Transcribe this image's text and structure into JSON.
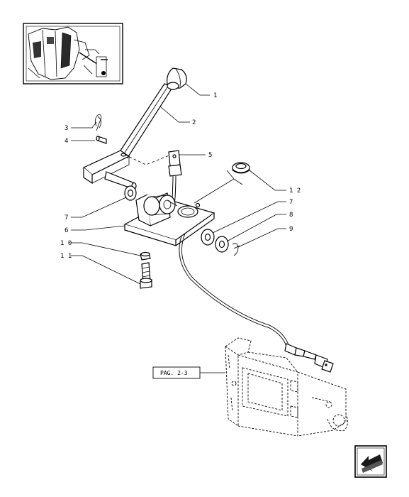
{
  "callouts": [
    {
      "id": "c1",
      "text": "1"
    },
    {
      "id": "c2",
      "text": "2"
    },
    {
      "id": "c3",
      "text": "3"
    },
    {
      "id": "c4",
      "text": "4"
    },
    {
      "id": "c5",
      "text": "5"
    },
    {
      "id": "c12",
      "text": "1 2"
    },
    {
      "id": "c7a",
      "text": "7"
    },
    {
      "id": "c7b",
      "text": "7"
    },
    {
      "id": "c6",
      "text": "6"
    },
    {
      "id": "c8",
      "text": "8"
    },
    {
      "id": "c9",
      "text": "9"
    },
    {
      "id": "c10",
      "text": "1 0"
    },
    {
      "id": "c11",
      "text": "1 1"
    }
  ],
  "page_ref": "PAG. 2-3",
  "icons": {
    "thumbnail": "tractor-thumbnail-icon",
    "nav": "next-page-arrow-icon"
  }
}
